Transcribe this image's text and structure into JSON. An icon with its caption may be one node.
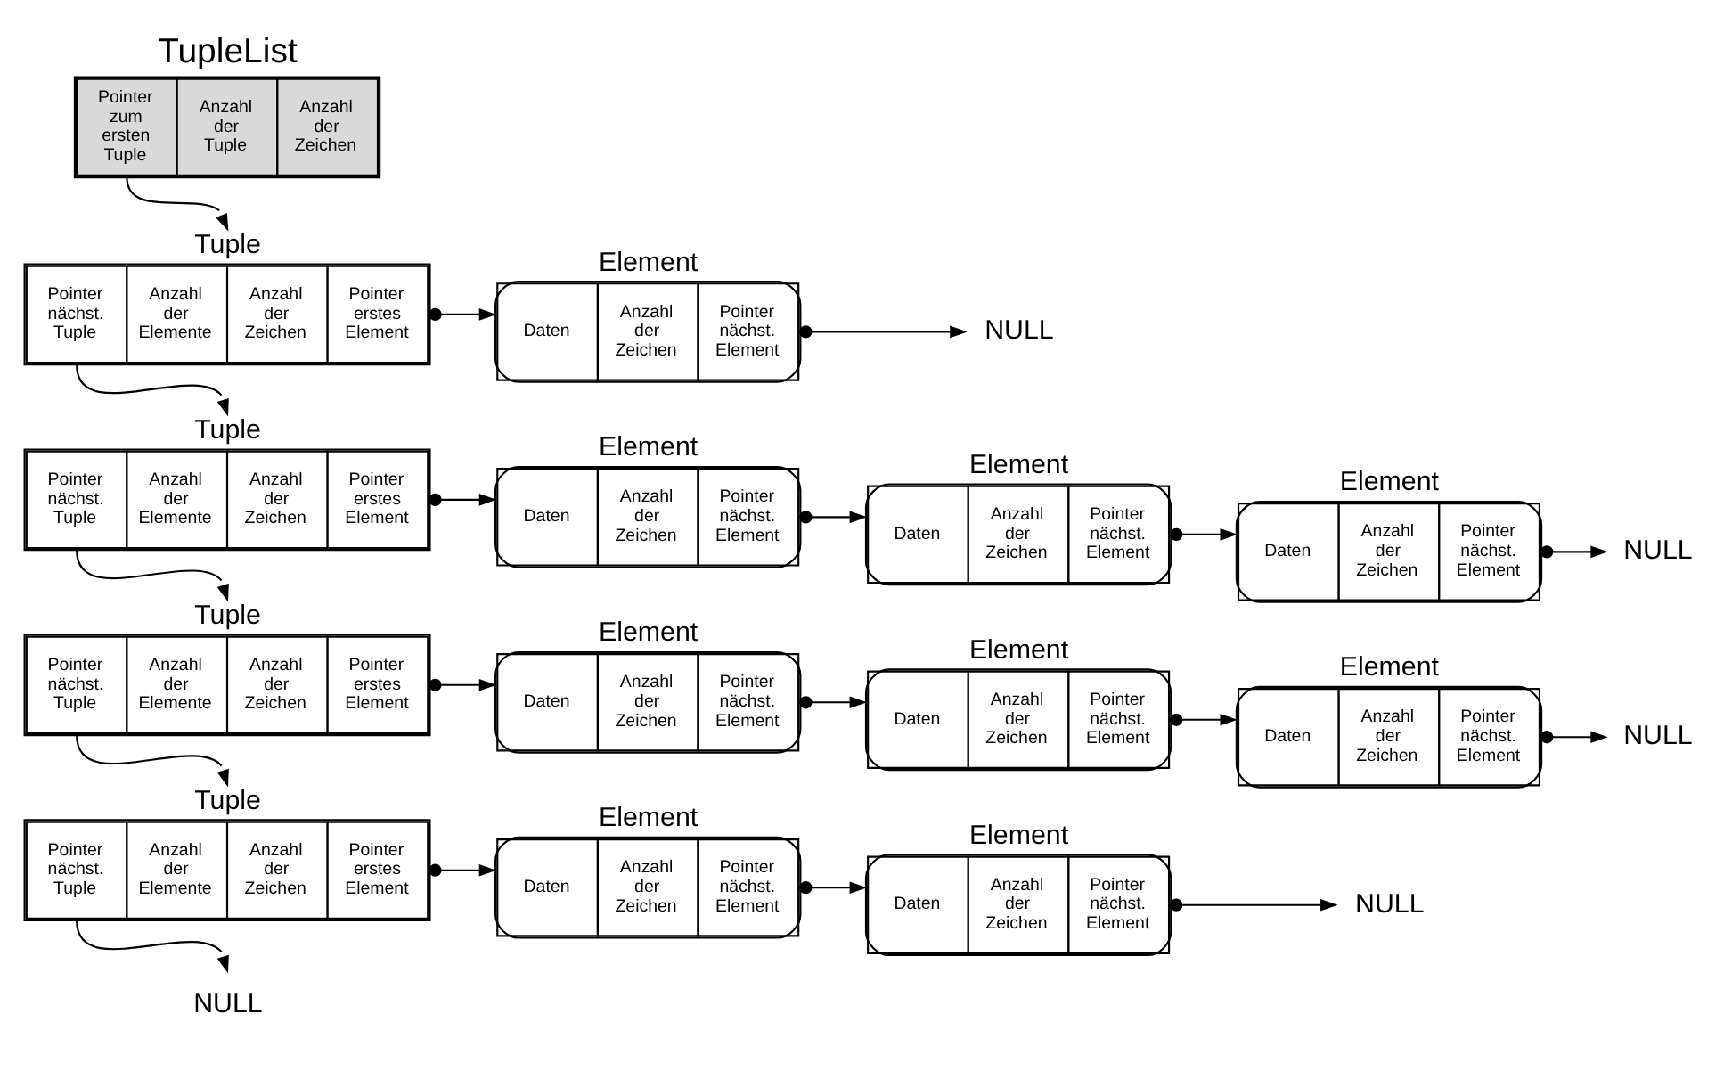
{
  "diagram": {
    "nodes": [
      {
        "text": [
          "TupleList",
          "Pointer zum ersten Tuple",
          "Anzahl der Tuple",
          "Anzahl der Zeichen"
        ]
      },
      {
        "text": [
          "Tuple",
          "Pointer nächst. Tuple",
          "Anzahl der Elemente",
          "Anzahl der Zeichen",
          "Pointer erstes Element"
        ]
      },
      {
        "text": [
          "Element",
          "Daten",
          "Anzahl der Zeichen",
          "Pointer nächst. Element"
        ]
      },
      {
        "text": [
          "NULL"
        ]
      },
      {
        "text": [
          "Tuple",
          "Pointer nächst. Tuple",
          "Anzahl der Elemente",
          "Anzahl der Zeichen",
          "Pointer erstes Element"
        ]
      },
      {
        "text": [
          "Element",
          "Daten",
          "Anzahl der Zeichen",
          "Pointer nächst. Element"
        ]
      },
      {
        "text": [
          "Element",
          "Daten",
          "Anzahl der Zeichen",
          "Pointer nächst. Element"
        ]
      },
      {
        "text": [
          "Element",
          "Daten",
          "Anzahl der Zeichen",
          "Pointer nächst. Element"
        ]
      },
      {
        "text": [
          "NULL"
        ]
      },
      {
        "text": [
          "Tuple",
          "Pointer nächst. Tuple",
          "Anzahl der Elemente",
          "Anzahl der Zeichen",
          "Pointer erstes Element"
        ]
      },
      {
        "text": [
          "Element",
          "Daten",
          "Anzahl der Zeichen",
          "Pointer nächst. Element"
        ]
      },
      {
        "text": [
          "Element",
          "Daten",
          "Anzahl der Zeichen",
          "Pointer nächst. Element"
        ]
      },
      {
        "text": [
          "Element",
          "Daten",
          "Anzahl der Zeichen",
          "Pointer nächst. Element"
        ]
      },
      {
        "text": [
          "NULL"
        ]
      },
      {
        "text": [
          "Tuple",
          "Pointer nächst. Tuple",
          "Anzahl der Elemente",
          "Anzahl der Zeichen",
          "Pointer erstes Element"
        ]
      },
      {
        "text": [
          "Element",
          "Daten",
          "Anzahl der Zeichen",
          "Pointer nächst. Element"
        ]
      },
      {
        "text": [
          "Element",
          "Daten",
          "Anzahl der Zeichen",
          "Pointer nächst. Element"
        ]
      },
      {
        "text": [
          "NULL"
        ]
      },
      {
        "text": [
          "NULL"
        ]
      }
    ],
    "edges": [
      {
        "from": 0,
        "to": 1,
        "arrow": "to"
      },
      {
        "from": 1,
        "to": 2,
        "arrow": "to"
      },
      {
        "from": 2,
        "to": 3,
        "arrow": "to"
      },
      {
        "from": 1,
        "to": 4,
        "arrow": "to"
      },
      {
        "from": 4,
        "to": 5,
        "arrow": "to"
      },
      {
        "from": 5,
        "to": 6,
        "arrow": "to"
      },
      {
        "from": 6,
        "to": 7,
        "arrow": "to"
      },
      {
        "from": 7,
        "to": 8,
        "arrow": "to"
      },
      {
        "from": 4,
        "to": 9,
        "arrow": "to"
      },
      {
        "from": 9,
        "to": 10,
        "arrow": "to"
      },
      {
        "from": 10,
        "to": 11,
        "arrow": "to"
      },
      {
        "from": 11,
        "to": 12,
        "arrow": "to"
      },
      {
        "from": 12,
        "to": 13,
        "arrow": "to"
      },
      {
        "from": 9,
        "to": 14,
        "arrow": "to"
      },
      {
        "from": 14,
        "to": 15,
        "arrow": "to"
      },
      {
        "from": 15,
        "to": 16,
        "arrow": "to"
      },
      {
        "from": 16,
        "to": 17,
        "arrow": "to"
      },
      {
        "from": 14,
        "to": 18,
        "arrow": "to"
      }
    ]
  }
}
